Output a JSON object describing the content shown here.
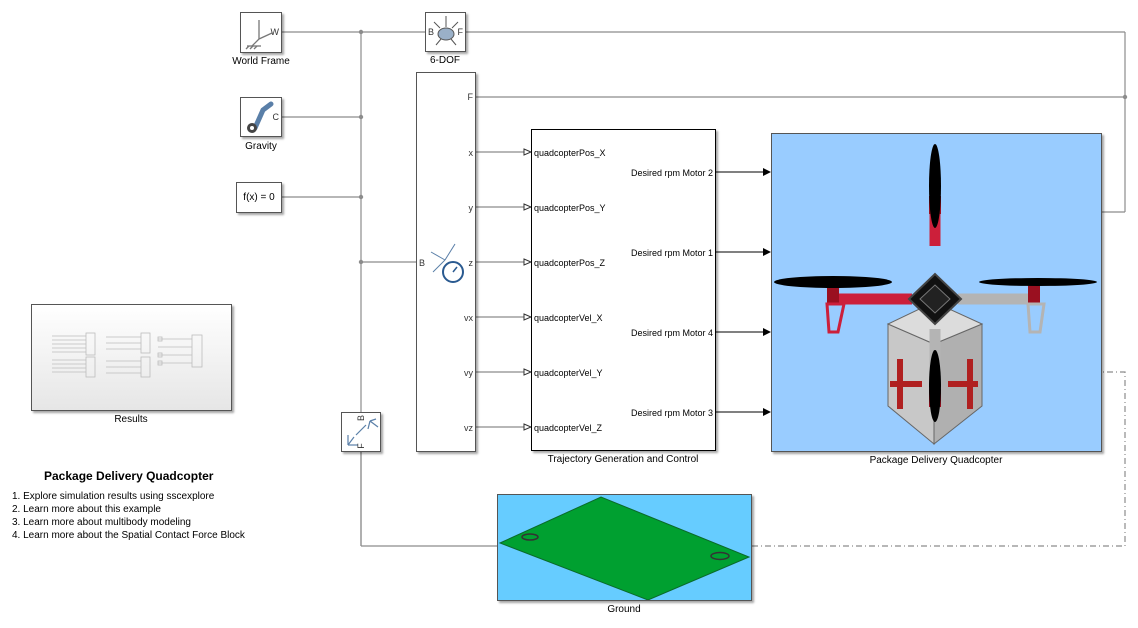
{
  "blocks": {
    "world_frame": {
      "caption": "World Frame",
      "port": "W"
    },
    "gravity": {
      "caption": "Gravity",
      "port": "C"
    },
    "fx": {
      "label": "f(x) = 0"
    },
    "six_dof": {
      "caption": "6-DOF",
      "port_left": "B",
      "port_right": "F"
    },
    "sensor": {
      "port_in": "B",
      "port_f": "F",
      "outputs": [
        "x",
        "y",
        "z",
        "vx",
        "vy",
        "vz"
      ]
    },
    "trajectory": {
      "caption": "Trajectory Generation and Control",
      "inputs": [
        "quadcopterPos_X",
        "quadcopterPos_Y",
        "quadcopterPos_Z",
        "quadcopterVel_X",
        "quadcopterVel_Y",
        "quadcopterVel_Z"
      ],
      "outputs": [
        "Desired rpm Motor 2",
        "Desired rpm Motor 1",
        "Desired rpm Motor 4",
        "Desired rpm Motor 3"
      ]
    },
    "quadcopter": {
      "caption": "Package Delivery Quadcopter"
    },
    "results": {
      "caption": "Results"
    },
    "transform": {
      "port_b": "B",
      "port_f": "F"
    },
    "ground": {
      "caption": "Ground"
    }
  },
  "note": {
    "title": "Package Delivery Quadcopter",
    "links": [
      "1. Explore simulation results using sscexplore",
      "2. Learn more about this example",
      "3. Learn more about multibody modeling",
      "4. Learn more about the Spatial Contact Force Block"
    ]
  },
  "colors": {
    "wire": "#8c8c8c",
    "sky": "#99ccff",
    "ground_plate": "#00a030",
    "ground_bg": "#66ccff"
  }
}
